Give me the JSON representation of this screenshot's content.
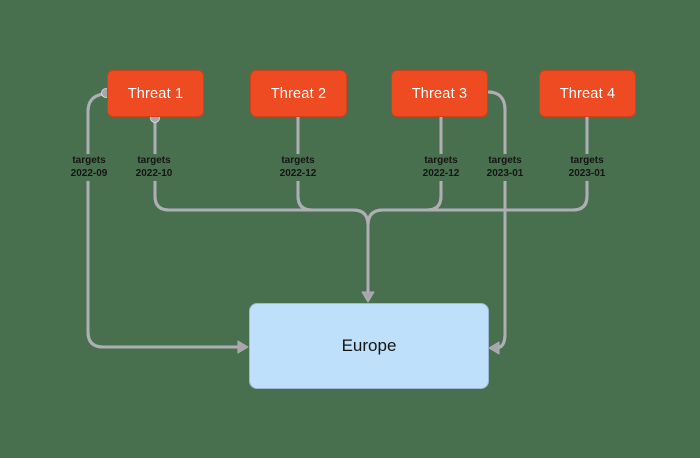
{
  "diagram": {
    "background_color": "#48704f",
    "nodes": [
      {
        "id": "threat-1",
        "label": "Threat 1",
        "role": "threat"
      },
      {
        "id": "threat-2",
        "label": "Threat 2",
        "role": "threat"
      },
      {
        "id": "threat-3",
        "label": "Threat 3",
        "role": "threat"
      },
      {
        "id": "threat-4",
        "label": "Threat 4",
        "role": "threat"
      },
      {
        "id": "europe",
        "label": "Europe",
        "role": "target"
      }
    ],
    "edges": [
      {
        "from": "Threat 1",
        "to": "Europe",
        "relation": "targets",
        "date": "2022-09"
      },
      {
        "from": "Threat 1",
        "to": "Europe",
        "relation": "targets",
        "date": "2022-10"
      },
      {
        "from": "Threat 2",
        "to": "Europe",
        "relation": "targets",
        "date": "2022-12"
      },
      {
        "from": "Threat 3",
        "to": "Europe",
        "relation": "targets",
        "date": "2022-12"
      },
      {
        "from": "Threat 3",
        "to": "Europe",
        "relation": "targets",
        "date": "2023-01"
      },
      {
        "from": "Threat 4",
        "to": "Europe",
        "relation": "targets",
        "date": "2023-01"
      }
    ],
    "colors": {
      "threat_fill": "#ee4b22",
      "threat_text": "#ffffff",
      "target_fill": "#bee0fa",
      "target_text": "#151515",
      "edge_stroke": "#aeaeb4",
      "edge_inner": "#e6e6e8",
      "arrow_fill": "#a6a6ac",
      "handle_fill": "#a6a6ac",
      "edge_label_text": "#151515"
    }
  }
}
